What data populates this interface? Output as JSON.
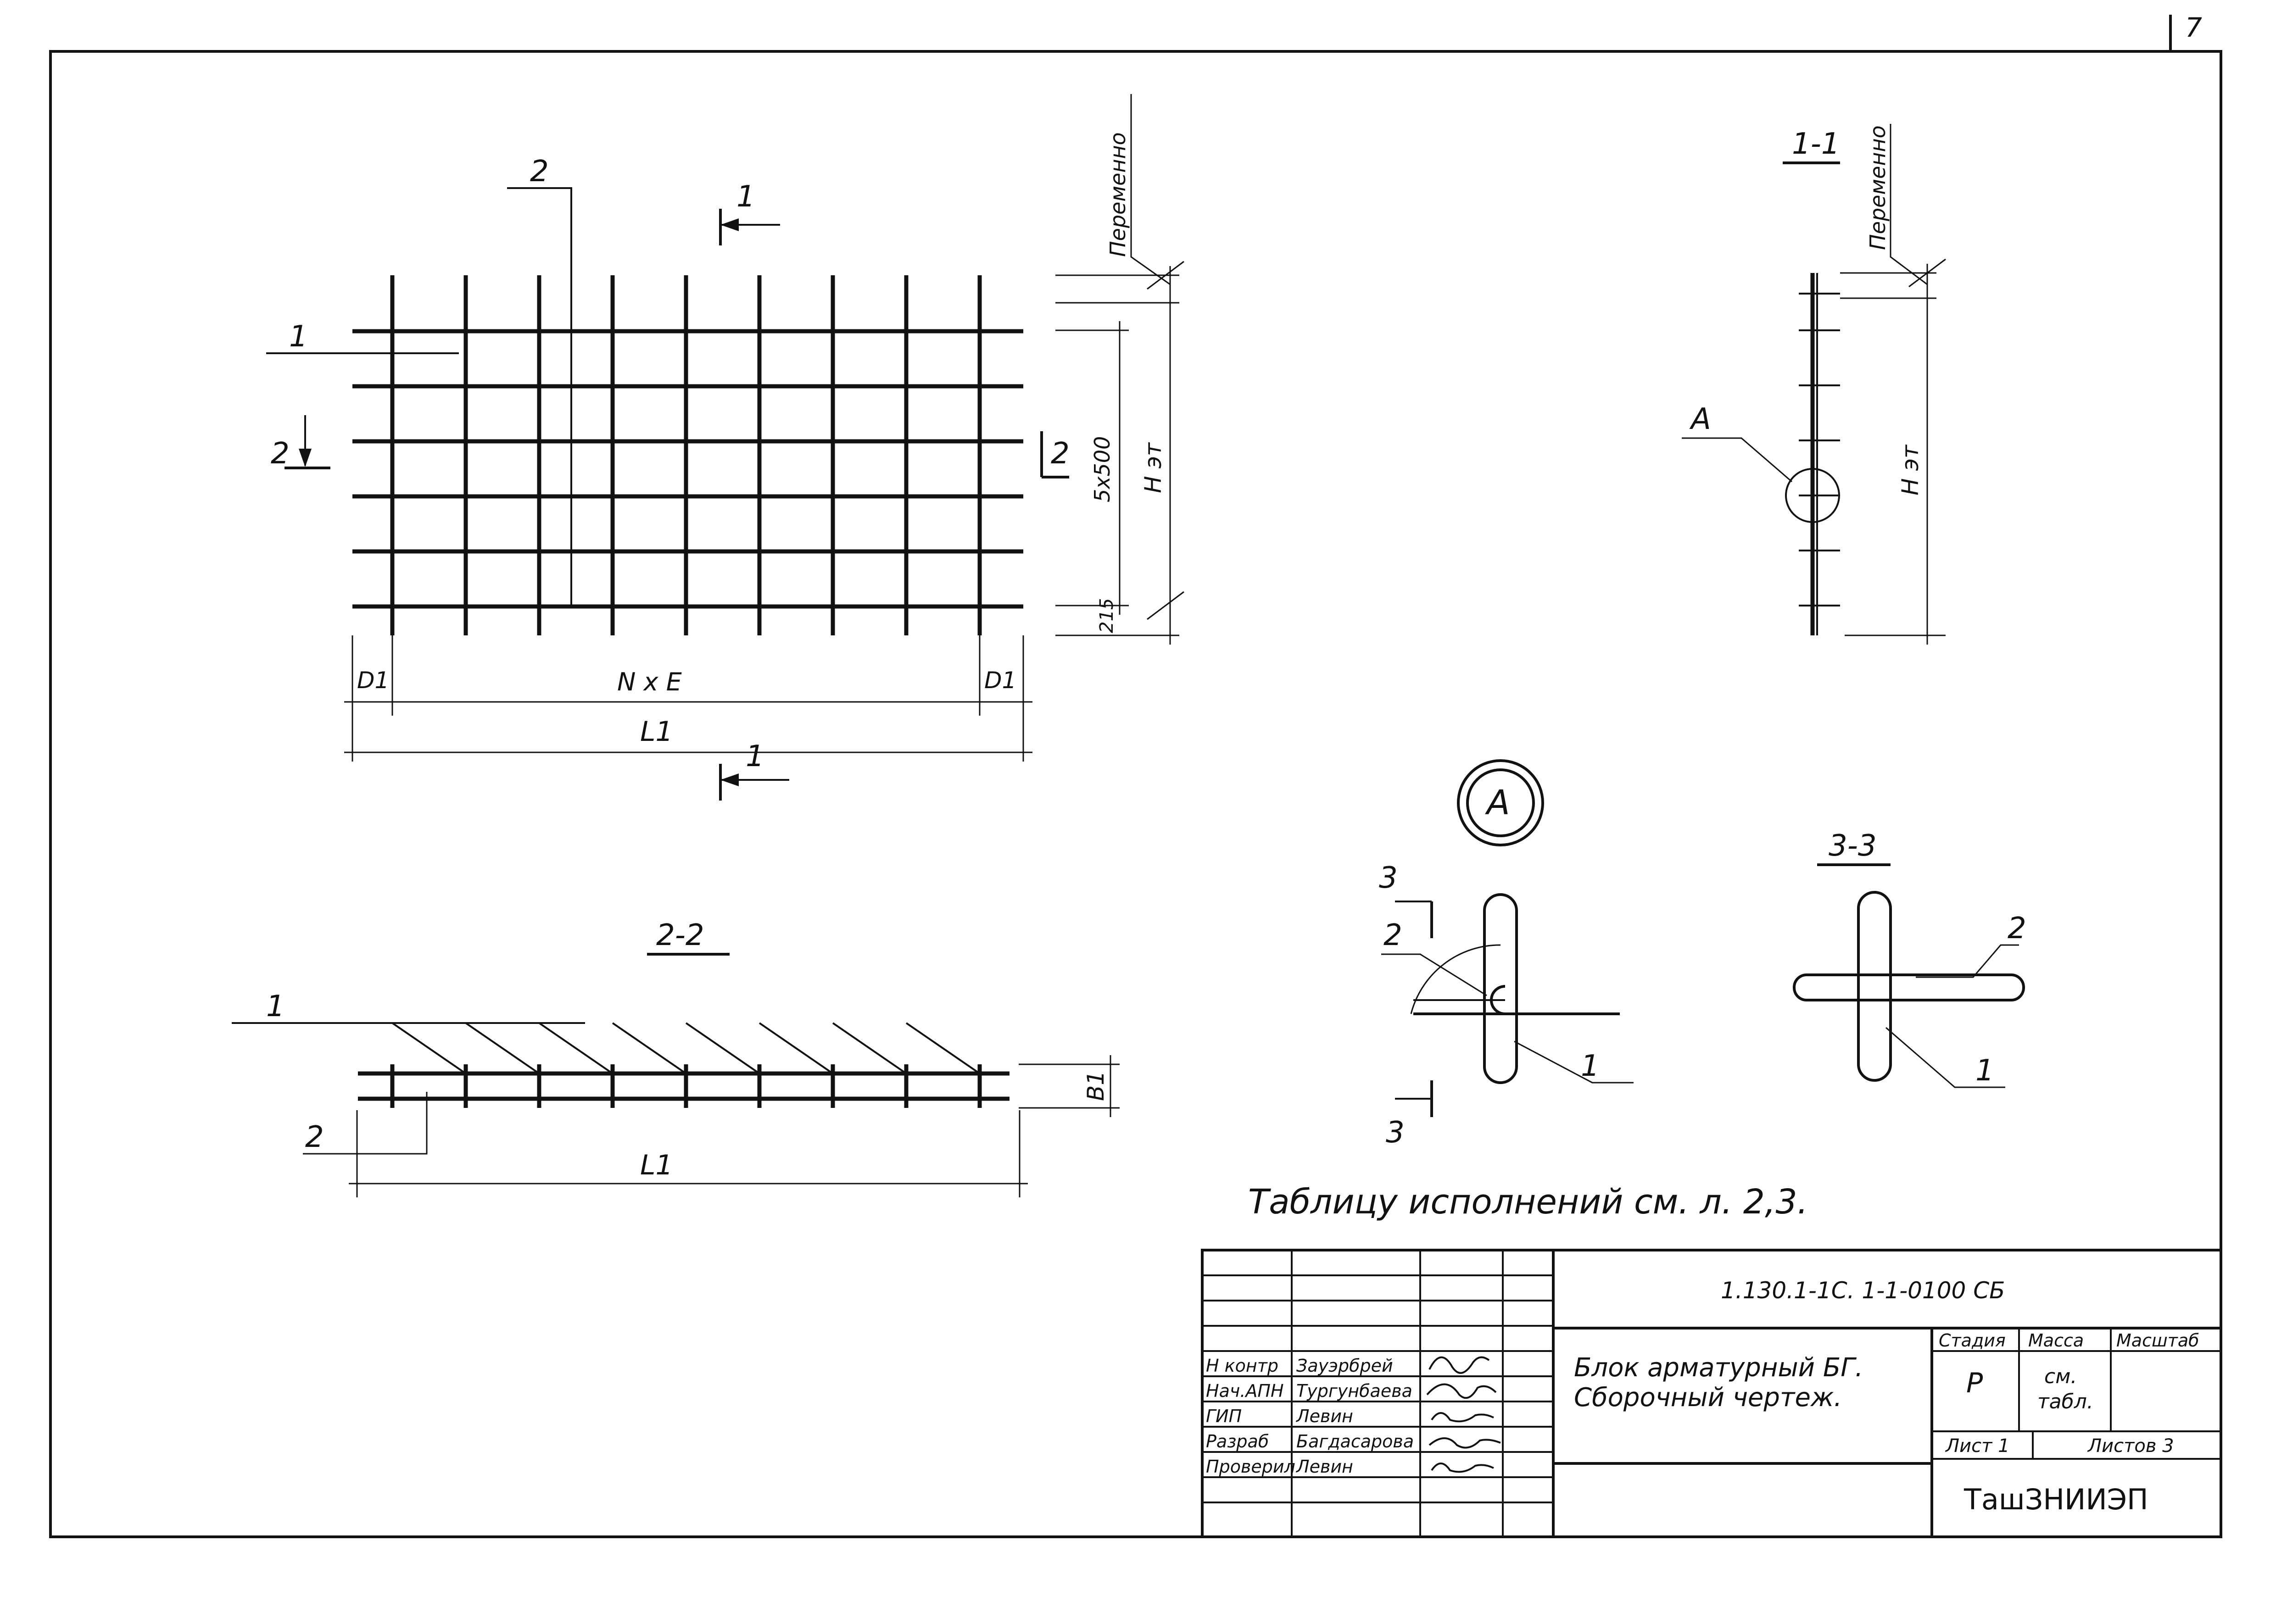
{
  "sheet": {
    "page_number": "7"
  },
  "main_view": {
    "label_section_top": "1",
    "label_section_bottom": "1",
    "label_cut_2_left": "2",
    "label_cut_2_right": "2",
    "leader_2": "2",
    "leader_1": "1",
    "dim_peremenno": "Переменно",
    "dim_5x500": "5х500",
    "dim_h_et": "Н эт",
    "dim_215": "215",
    "dim_d1_left": "D1",
    "dim_d1_right": "D1",
    "dim_nxe": "N х E",
    "dim_l1": "L1"
  },
  "section_1_1": {
    "title": "1-1",
    "dim_peremenno": "Переменно",
    "dim_h_et": "Н эт",
    "callout_a": "А"
  },
  "section_2_2": {
    "title": "2-2",
    "leader_1": "1",
    "leader_2": "2",
    "dim_b1": "B1",
    "dim_l1": "L1"
  },
  "detail_a": {
    "title": "А",
    "cut_top": "3",
    "cut_bottom": "3",
    "leader_2": "2",
    "leader_1": "1"
  },
  "section_3_3": {
    "title": "3-3",
    "leader_2": "2",
    "leader_1": "1"
  },
  "note": "Таблицу исполнений см. л. 2,3.",
  "title_block": {
    "code": "1.130.1-1С. 1-1-0100 СБ",
    "name_line1": "Блок арматурный БГ.",
    "name_line2": "Сборочный чертеж.",
    "stage_label": "Стадия",
    "stage_value": "Р",
    "mass_label": "Масса",
    "mass_value_line1": "см.",
    "mass_value_line2": "табл.",
    "scale_label": "Масштаб",
    "sheet_label": "Лист 1",
    "sheets_label": "Листов 3",
    "org": "ТашЗНИИЭП",
    "staff": [
      {
        "role": "Н контр",
        "name": "Зауэрбрей"
      },
      {
        "role": "Нач.АПН",
        "name": "Тургунбаева"
      },
      {
        "role": "ГИП",
        "name": "Левин"
      },
      {
        "role": "Разраб",
        "name": "Багдасарова"
      },
      {
        "role": "Проверил",
        "name": "Левин"
      }
    ]
  }
}
